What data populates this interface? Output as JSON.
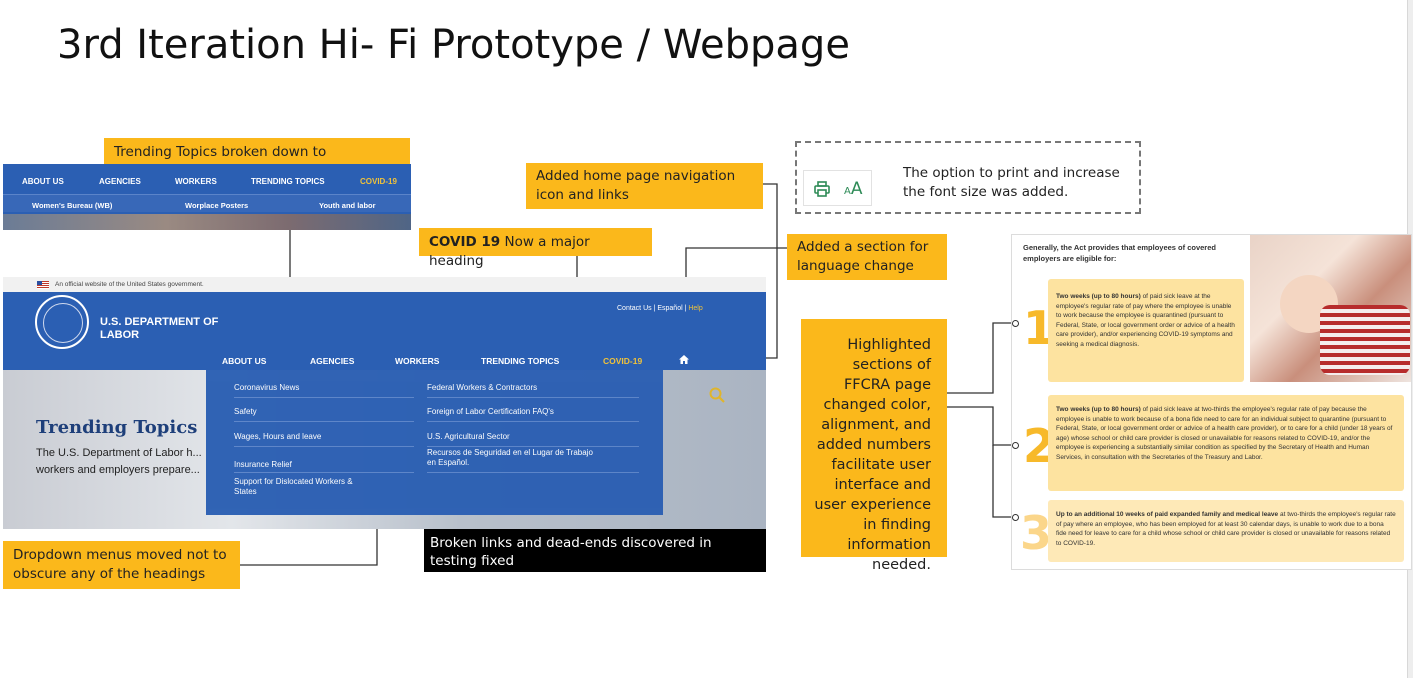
{
  "slide": {
    "title": "3rd Iteration Hi- Fi Prototype / Webpage"
  },
  "annotations": {
    "trending": "Trending Topics broken down to categories",
    "home_nav": "Added home page navigation icon and links",
    "covid_bold": "COVID 19",
    "covid_rest": " Now a major heading",
    "language": "Added a section for language change",
    "highlighted": "Highlighted sections of FFCRA page changed color, alignment, and added numbers facilitate user interface and user experience in finding information needed.",
    "dropdown": "Dropdown menus moved not to obscure any of the headings",
    "broken_links": "Broken links and dead-ends discovered in testing fixed",
    "print_font": "The option to print and increase the font size was added."
  },
  "nav_snippet": {
    "items": [
      "ABOUT US",
      "AGENCIES",
      "WORKERS",
      "TRENDING TOPICS",
      "COVID-19"
    ],
    "subitems": [
      "Women's Bureau (WB)",
      "Worplace Posters",
      "Youth and labor"
    ]
  },
  "site": {
    "gov_banner": "An official website of the United States government.",
    "dept_name": "U.S. DEPARTMENT OF LABOR",
    "top_links": {
      "contact": "Contact Us",
      "sep": " | ",
      "espanol": "Español",
      "help": "Help"
    },
    "nav": {
      "about": "ABOUT US",
      "agencies": "AGENCIES",
      "workers": "WORKERS",
      "trending": "TRENDING TOPICS",
      "covid": "COVID-19"
    },
    "hero_title": "Trending Topics",
    "hero_text": "The U.S. Department of Labor h... workers and employers prepare...",
    "dropdown": {
      "col1": [
        "Coronavirus News",
        "Safety",
        "Wages, Hours and leave",
        "Insurance Relief",
        "Support for Dislocated Workers & States"
      ],
      "col2": [
        "Federal Workers & Contractors",
        "Foreign of Labor Certification FAQ's",
        "U.S. Agricultural Sector",
        "Recursos de Seguridad en el Lugar de Trabajo en Español."
      ]
    }
  },
  "ffcra": {
    "intro": "Generally, the Act provides that employees of covered employers are eligible for:",
    "numbers": [
      "1",
      "2",
      "3"
    ],
    "items": [
      {
        "bold": "Two weeks (up to 80 hours)",
        "text": " of paid sick leave at the employee's regular rate of pay where the employee is unable to work because the employee is quarantined (pursuant to Federal, State, or local government order or advice of a health care provider), and/or experiencing COVID-19 symptoms and seeking a medical diagnosis."
      },
      {
        "bold": "Two weeks (up to 80 hours)",
        "text": " of paid sick leave at two-thirds the employee's regular rate of pay because the employee is unable to work because of a bona fide need to care for an individual subject to quarantine (pursuant to Federal, State, or local government order or advice of a health care provider), or to care for a child (under 18 years of age) whose school or child care provider is closed or unavailable for reasons related to COVID-19, and/or the employee is experiencing a substantially similar condition as specified by the Secretary of Health and Human Services, in consultation with the Secretaries of the Treasury and Labor."
      },
      {
        "bold": "Up to an additional 10 weeks of paid expanded family and medical leave",
        "text": " at two-thirds the employee's regular rate of pay where an employee, who has been employed for at least 30 calendar days, is unable to work due to a bona fide need for leave to care for a child whose school or child care provider is closed or unavailable for reasons related to COVID-19."
      }
    ]
  },
  "colors": {
    "accent_yellow": "#fbb81b",
    "dol_blue": "#2b5fb3",
    "covid_yellow": "#f0c23a",
    "icon_green": "#2e8b57"
  }
}
